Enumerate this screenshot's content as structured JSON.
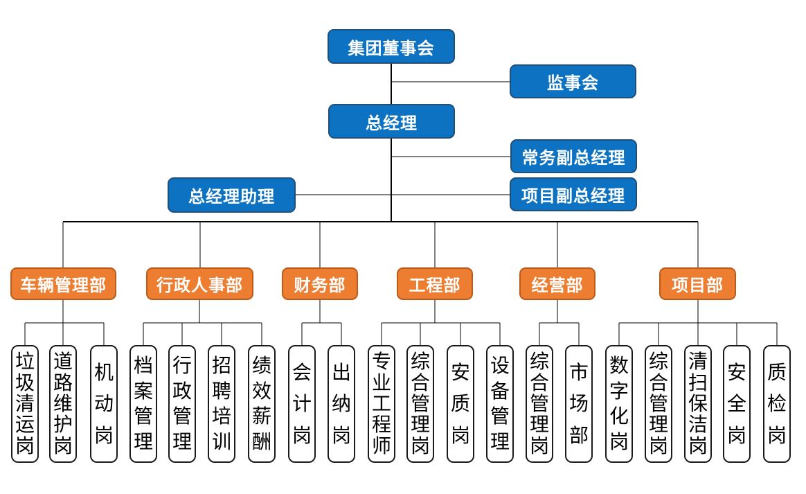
{
  "org": {
    "top": {
      "board": "集团董事会",
      "supervisory": "监事会",
      "general_manager": "总经理",
      "executive_deputy_gm": "常务副总经理",
      "project_deputy_gm": "项目副总经理",
      "gm_assistant": "总经理助理"
    },
    "departments": [
      {
        "label": "车辆管理部",
        "positions": [
          "垃圾清运岗",
          "道路维护岗",
          "机动岗"
        ]
      },
      {
        "label": "行政人事部",
        "positions": [
          "档案管理",
          "行政管理",
          "招聘培训",
          "绩效薪酬"
        ]
      },
      {
        "label": "财务部",
        "positions": [
          "会计岗",
          "出纳岗"
        ]
      },
      {
        "label": "工程部",
        "positions": [
          "专业工程师",
          "综合管理岗",
          "安质岗",
          "设备管理"
        ]
      },
      {
        "label": "经营部",
        "positions": [
          "综合管理岗",
          "市场部"
        ]
      },
      {
        "label": "项目部",
        "positions": [
          "数字化岗",
          "综合管理岗",
          "清扫保洁岗",
          "安全岗",
          "质检岗"
        ]
      }
    ]
  },
  "colors": {
    "management_node_fill": "#0D72C2",
    "management_node_border": "#1F4E79",
    "department_node_fill": "#ED7D31",
    "department_node_border": "#BC5B17",
    "position_node_fill": "#FFFFFF",
    "position_node_border": "#1A1A1A",
    "connector_line": "#000000",
    "text_on_fill": "#FFFFFF",
    "background": "#FFFFFF"
  }
}
